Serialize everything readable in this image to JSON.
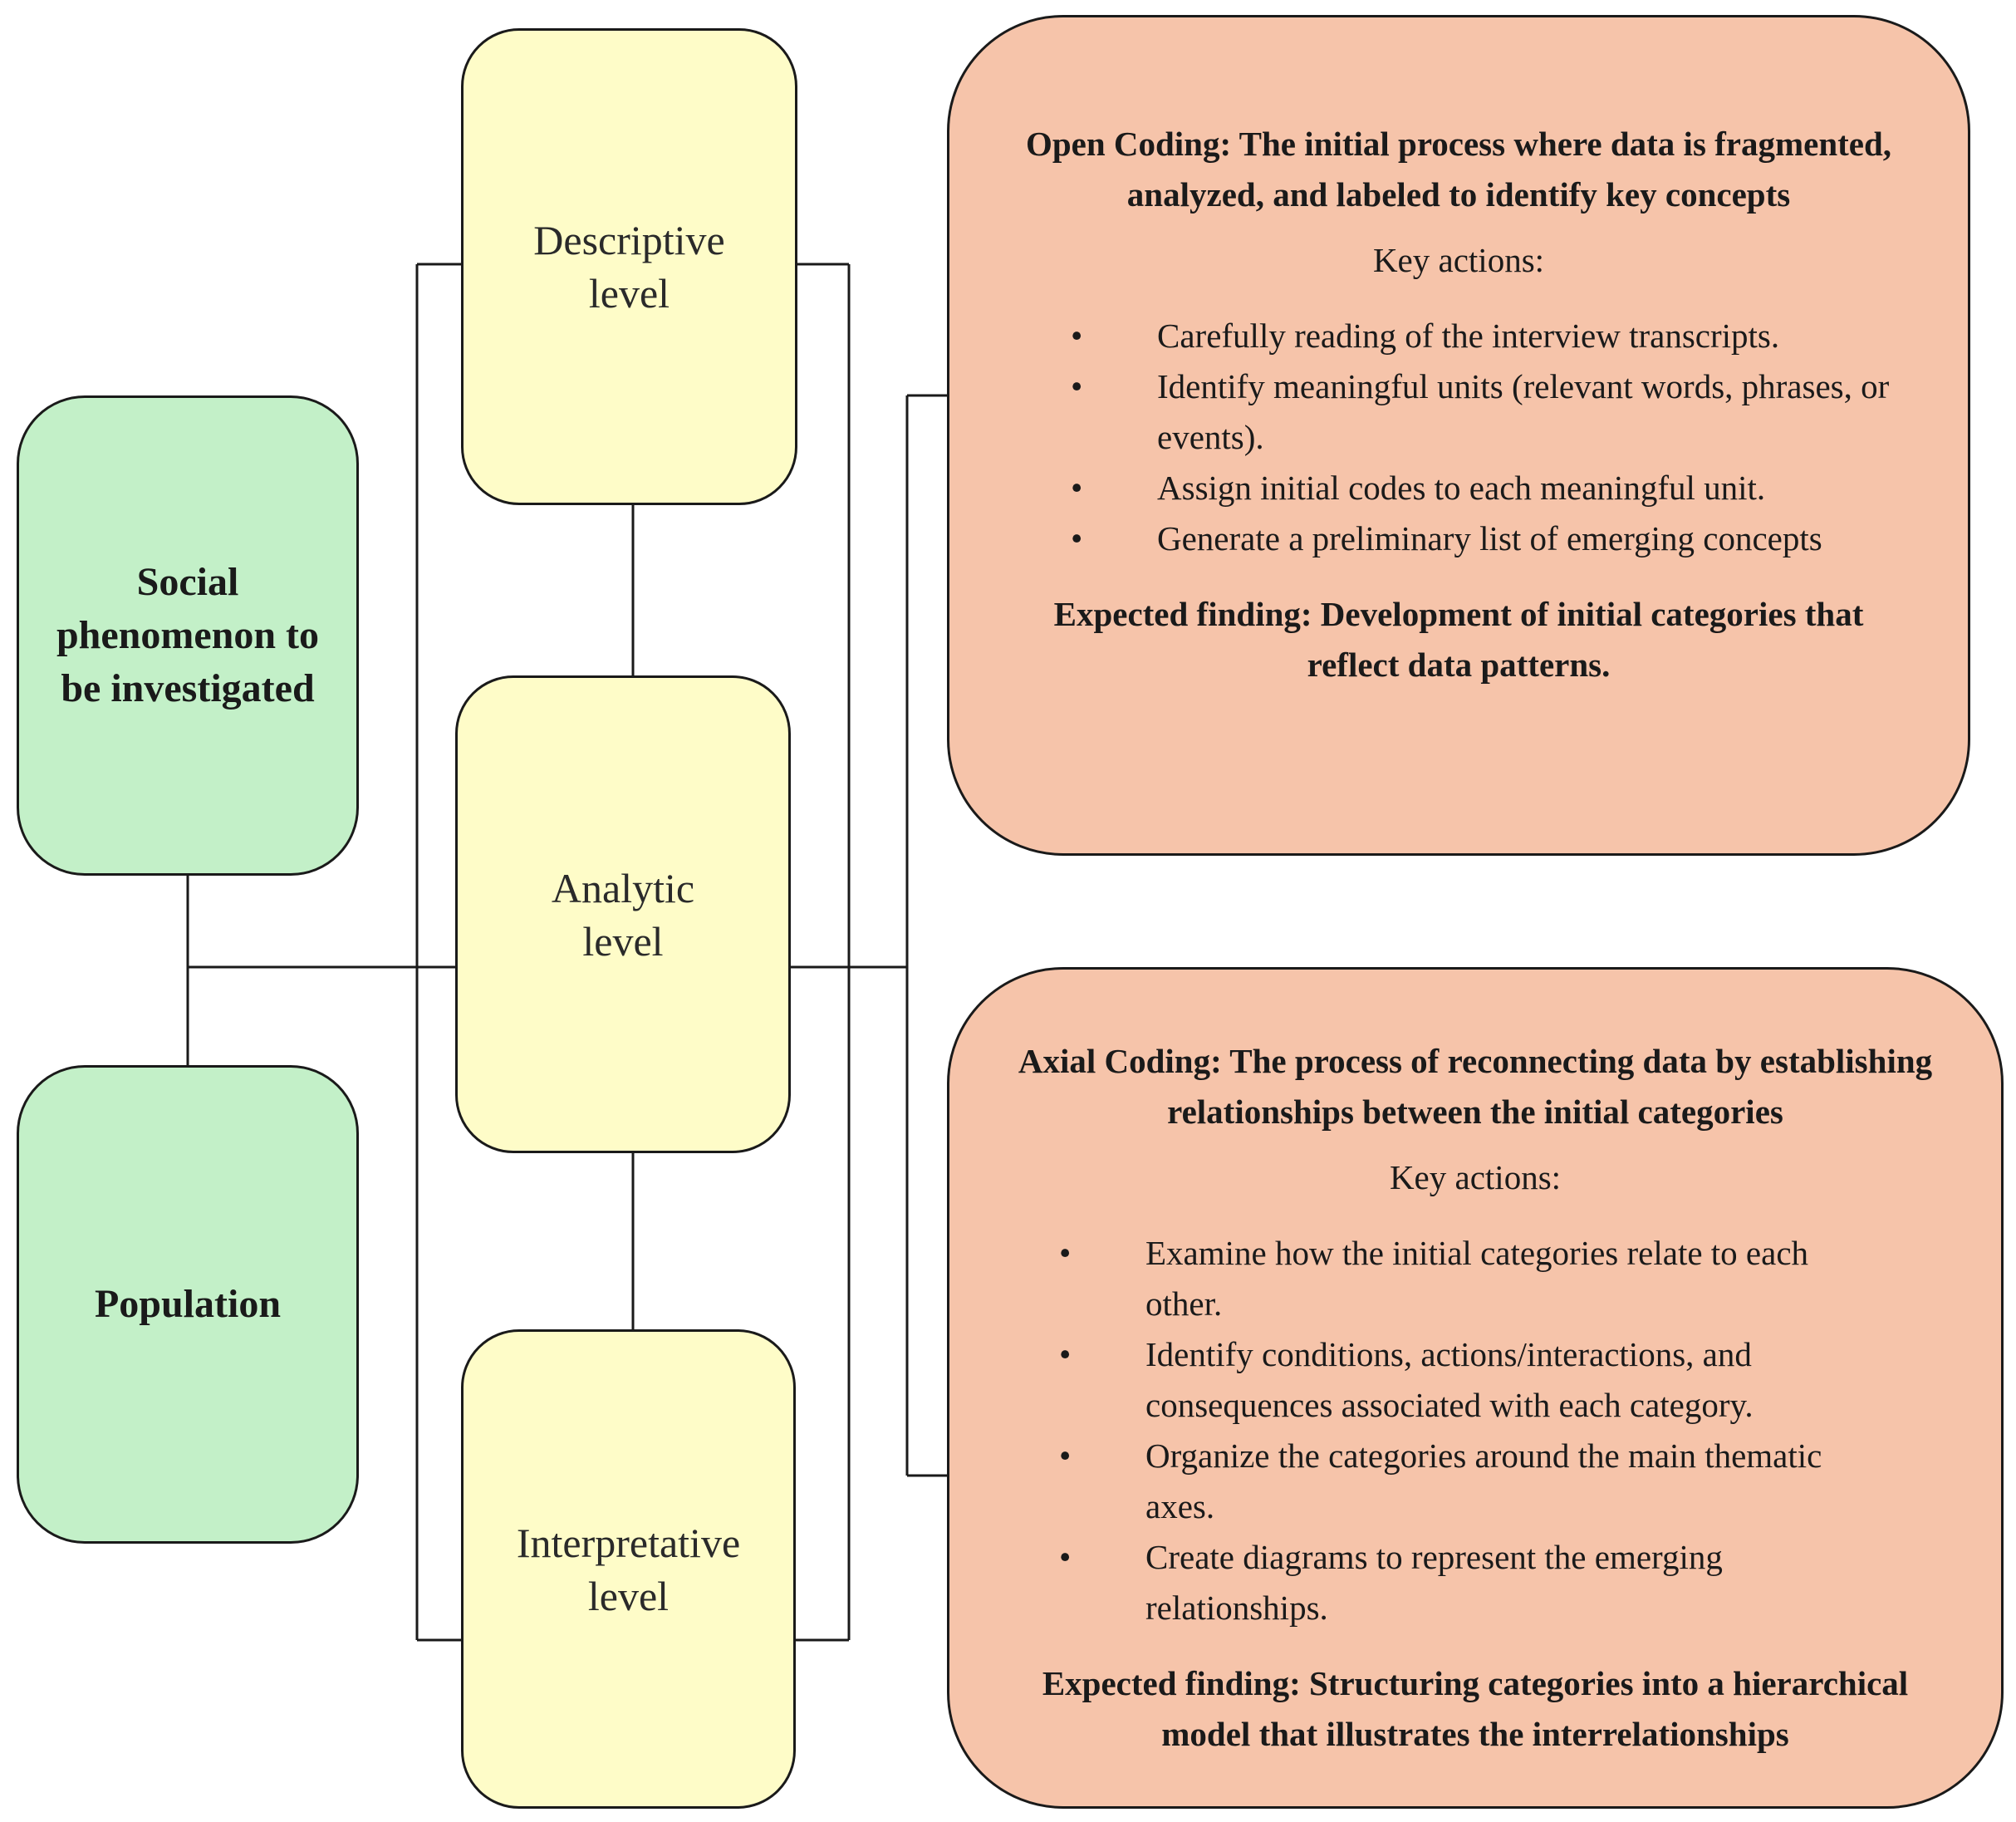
{
  "left_boxes": {
    "social_phenomenon": "Social phenomenon to be investigated",
    "population": "Population"
  },
  "levels": {
    "descriptive": "Descriptive level",
    "analytic": "Analytic level",
    "interpretative": "Interpretative level"
  },
  "open_coding": {
    "heading": "Open Coding: The initial process where data is fragmented, analyzed, and labeled to identify key concepts",
    "key_actions_label": "Key actions:",
    "bullet_glyph": "•",
    "actions": [
      "Carefully reading of the interview transcripts.",
      "Identify meaningful units (relevant words, phrases, or events).",
      "Assign initial codes to each meaningful unit.",
      "Generate a preliminary list of emerging concepts"
    ],
    "expected_finding": "Expected finding: Development of initial categories that reflect data patterns."
  },
  "axial_coding": {
    "heading": "Axial Coding: The process of reconnecting data by establishing relationships between the initial categories",
    "key_actions_label": "Key actions:",
    "bullet_glyph": "•",
    "actions": [
      "Examine how the initial categories relate to each other.",
      "Identify conditions, actions/interactions, and consequences  associated with each category.",
      "Organize the categories around the main thematic axes.",
      "Create diagrams to represent the emerging relationships."
    ],
    "expected_finding": "Expected finding: Structuring categories into a hierarchical model that illustrates the interrelationships"
  }
}
